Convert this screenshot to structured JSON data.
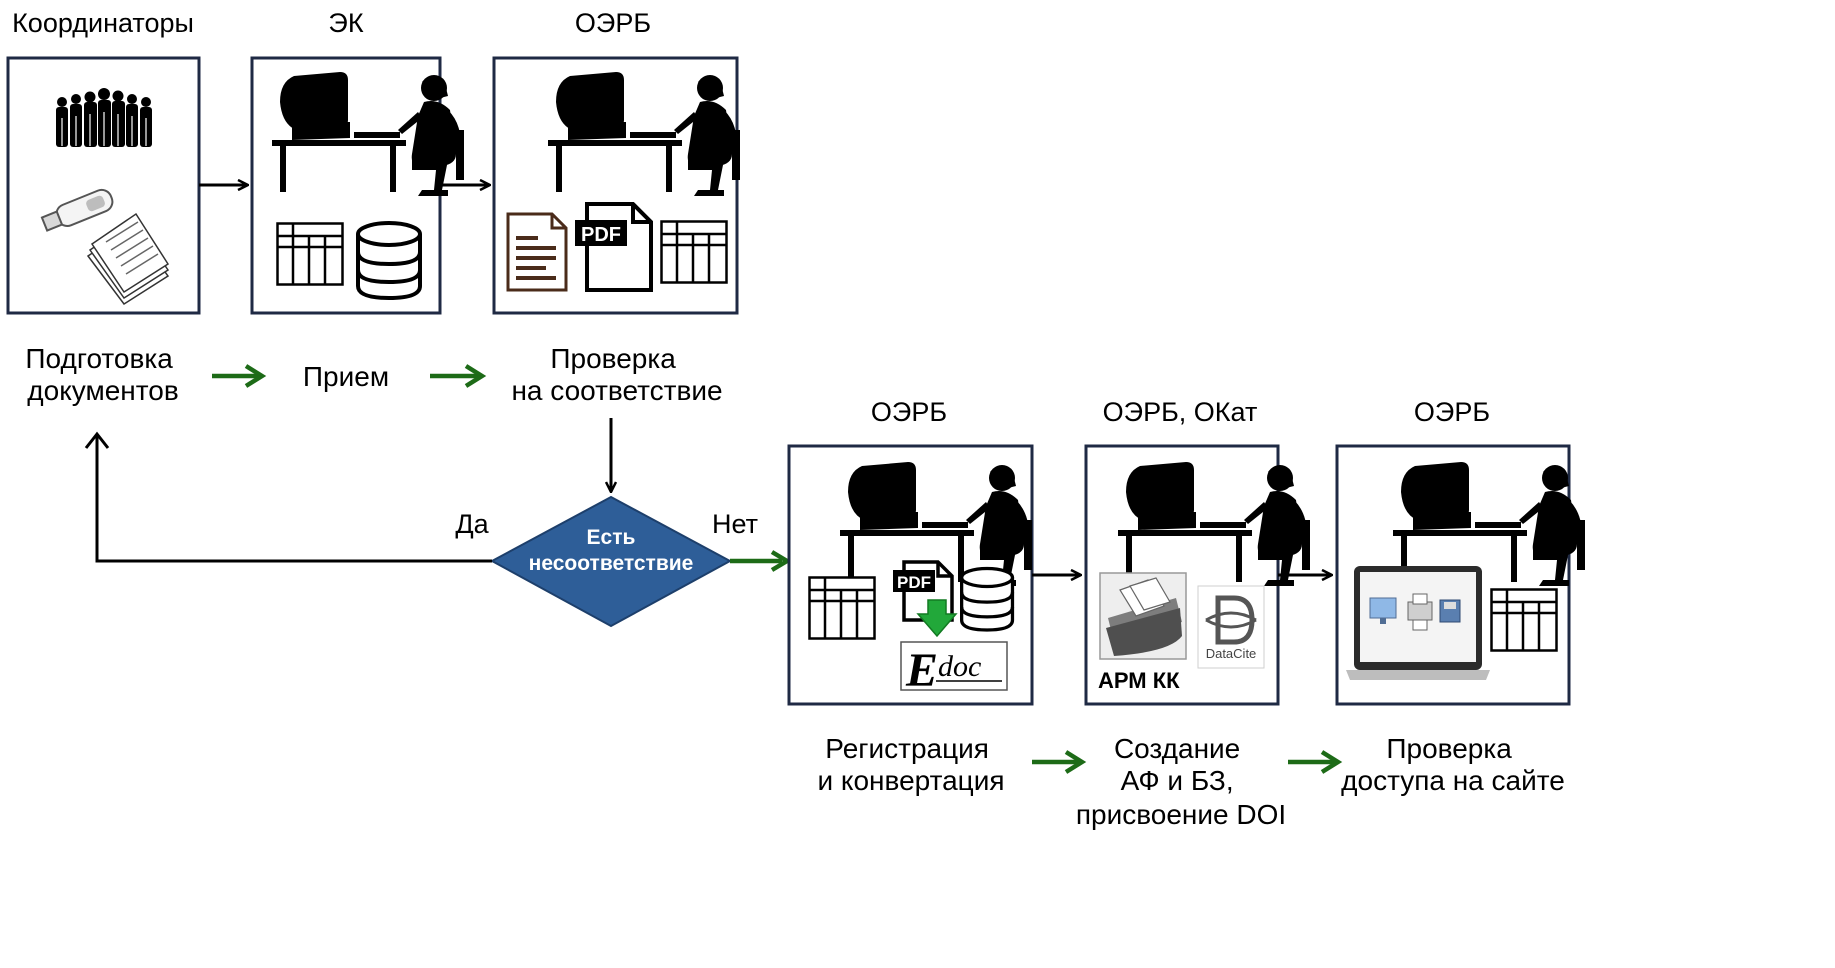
{
  "roles": {
    "coordinators": "Координаторы",
    "ek": "ЭК",
    "oerb_1": "ОЭРБ",
    "oerb_2": "ОЭРБ",
    "oerb_okat": "ОЭРБ, ОКат",
    "oerb_3": "ОЭРБ"
  },
  "steps": {
    "prepare": [
      "Подготовка",
      "документов"
    ],
    "receive": [
      "Прием"
    ],
    "check": [
      "Проверка",
      "на соответствие"
    ],
    "register": [
      "Регистрация",
      "и конвертация"
    ],
    "create": [
      "Создание",
      "АФ и БЗ,",
      "присвоение DOI"
    ],
    "access": [
      "Проверка",
      "доступа на сайте"
    ]
  },
  "decision": {
    "text": [
      "Есть",
      "несоответствие"
    ],
    "yes": "Да",
    "no": "Нет"
  },
  "icons": {
    "pdf": "PDF",
    "edoc": "doc",
    "edoc_initial": "E",
    "datacite": "DataCite",
    "arm_label": "АРМ КК"
  },
  "colors": {
    "box_border": "#1f2a44",
    "decision_fill": "#2e5e98",
    "decision_border": "#1d3f6b",
    "green_arrow": "#1d6b17",
    "download_arrow": "#22a83a"
  }
}
